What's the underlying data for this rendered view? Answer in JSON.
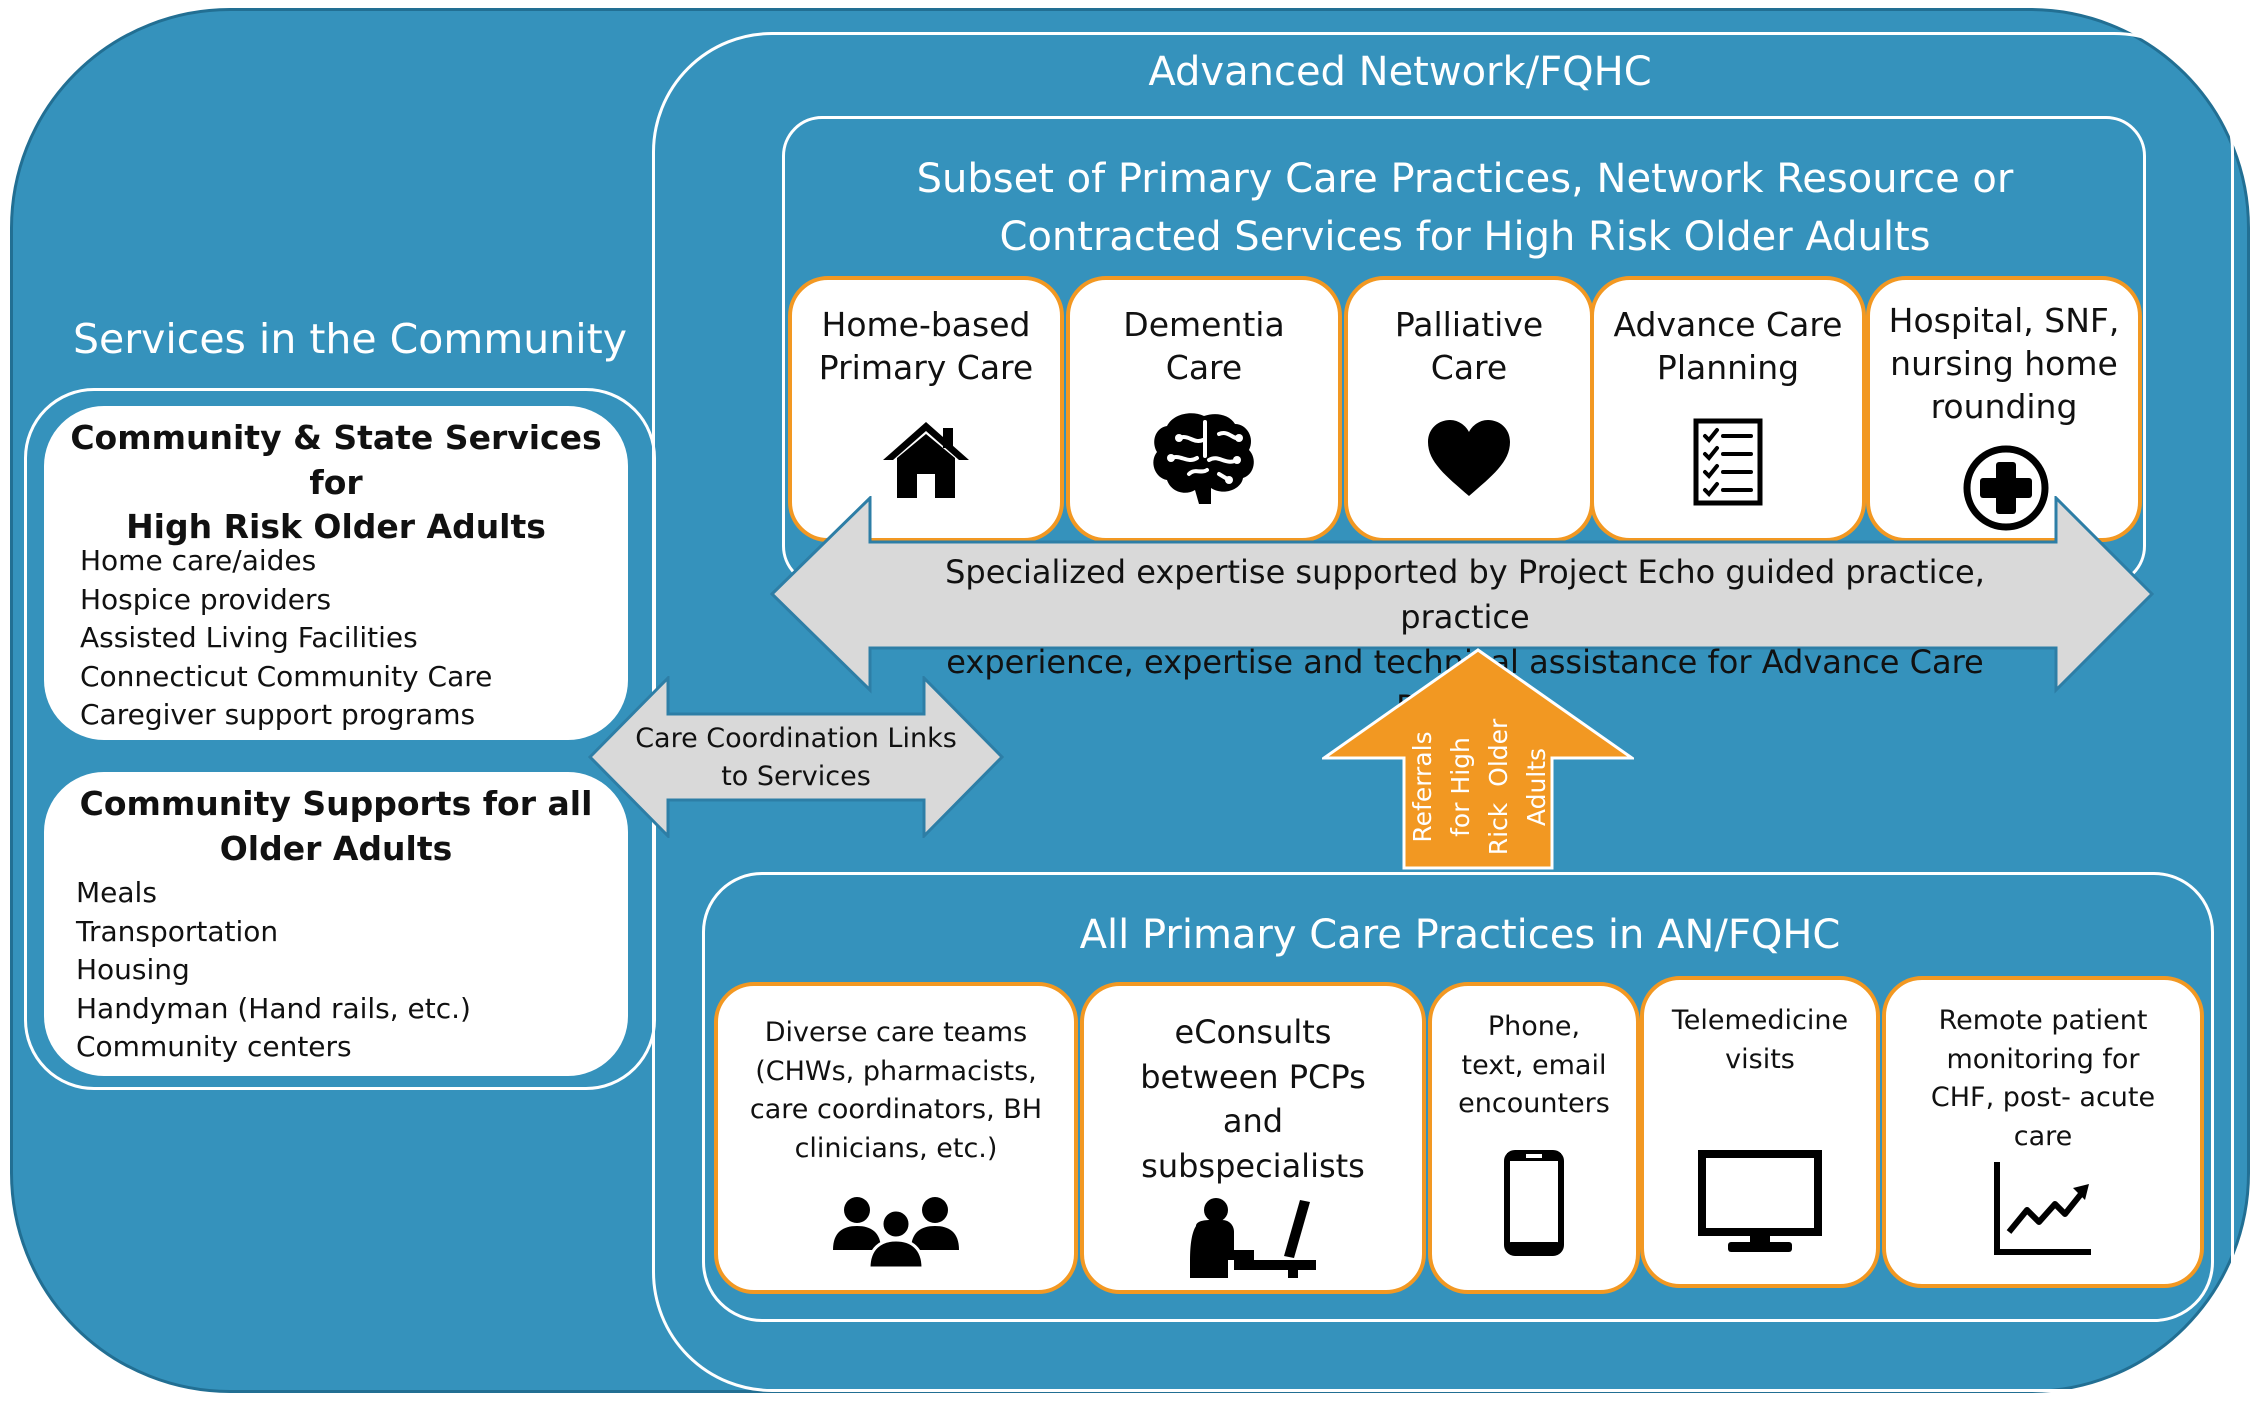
{
  "outer": {
    "community_title": "Services in the Community",
    "network_title": "Advanced Network/FQHC"
  },
  "subset": {
    "title_line1": "Subset of Primary Care Practices, Network Resource or",
    "title_line2": "Contracted Services for High Risk Older Adults",
    "cards": [
      {
        "lines": [
          "Home-based",
          "Primary Care"
        ],
        "icon": "house-icon"
      },
      {
        "lines": [
          "Dementia",
          "Care"
        ],
        "icon": "brain-icon"
      },
      {
        "lines": [
          "Palliative",
          "Care"
        ],
        "icon": "heart-icon"
      },
      {
        "lines": [
          "Advance Care",
          "Planning"
        ],
        "icon": "checklist-icon"
      },
      {
        "lines": [
          "Hospital, SNF,",
          "nursing home",
          "rounding"
        ],
        "icon": "plus-circle-icon"
      }
    ]
  },
  "expertise_arrow": {
    "line1": "Specialized expertise supported by Project Echo guided practice, practice",
    "line2": "experience, expertise and technical assistance for Advance Care Planning"
  },
  "care_coordination_arrow": {
    "line1": "Care Coordination Links",
    "line2": "to Services"
  },
  "referrals_arrow": {
    "lines": [
      "Referrals",
      "for High",
      "Rick  Older",
      "Adults"
    ],
    "color": "#F29822"
  },
  "all_primary_care": {
    "title": "All Primary Care Practices in AN/FQHC",
    "cards": [
      {
        "lines": [
          "Diverse care teams",
          "(CHWs, pharmacists,",
          "care coordinators, BH",
          "clinicians, etc.)"
        ],
        "icon": "people-group-icon"
      },
      {
        "lines": [
          "eConsults",
          "between PCPs",
          "and",
          "subspecialists"
        ],
        "icon": "person-at-computer-icon"
      },
      {
        "lines": [
          "Phone,",
          "text, email",
          "encounters"
        ],
        "icon": "smartphone-icon"
      },
      {
        "lines": [
          "Telemedicine",
          "visits"
        ],
        "icon": "monitor-icon"
      },
      {
        "lines": [
          "Remote patient",
          "monitoring for",
          "CHF, post- acute",
          "care"
        ],
        "icon": "line-chart-icon"
      }
    ]
  },
  "community_state": {
    "title_line1": "Community & State Services for",
    "title_line2": "High Risk Older Adults",
    "items": [
      "Home care/aides",
      "Hospice providers",
      "Assisted Living Facilities",
      "Connecticut Community Care",
      "Caregiver support programs"
    ]
  },
  "community_supports": {
    "title_line1": "Community Supports for all",
    "title_line2": "Older Adults",
    "items": [
      "Meals",
      "Transportation",
      "Housing",
      "Handyman (Hand rails, etc.)",
      "Community centers"
    ]
  },
  "colors": {
    "background_blue": "#3592BC",
    "accent_orange": "#F29822",
    "arrow_gray": "#D9D9D9"
  }
}
